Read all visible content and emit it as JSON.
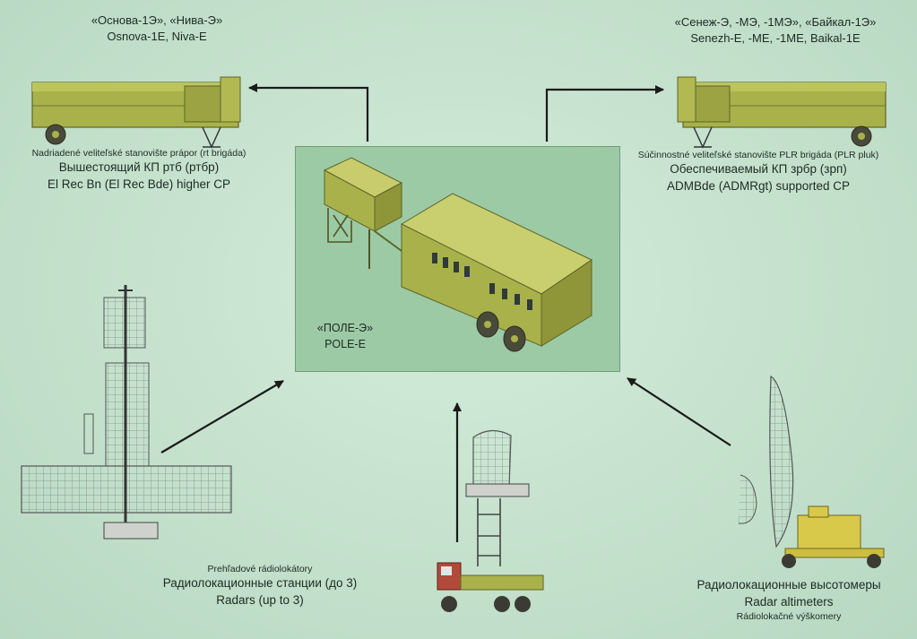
{
  "center": {
    "ru": "«ПОЛЕ-Э»",
    "en": "POLE-E"
  },
  "top_left": {
    "ru": "«Основа-1Э», «Нива-Э»",
    "en": "Osnova-1E, Niva-E",
    "sk": "Nadriadené veliteľské stanovište prápor (rt brigáda)",
    "ru2": "Вышестоящий КП ртб (ртбр)",
    "en2": "El Rec Bn (El Rec Bde) higher CP"
  },
  "top_right": {
    "ru": "«Сенеж-Э, -МЭ, -1МЭ», «Байкал-1Э»",
    "en": "Senezh-E, -ME, -1ME, Baikal-1E",
    "sk": "Súčinnostné veliteľské stanovište PLR brigáda (PLR pluk)",
    "ru2": "Обеспечиваемый КП зрбр (зрп)",
    "en2": "ADMBde (ADMRgt) supported CP"
  },
  "bottom_left": {
    "sk": "Prehľadové rádiolokátory",
    "ru": "Радиолокационные станции (до 3)",
    "en": "Radars (up to 3)"
  },
  "bottom_right": {
    "ru": "Радиолокационные высотомеры",
    "en": "Radar altimeters",
    "sk": "Rádiolokačné výškomery"
  },
  "colors": {
    "background": "#c9e4d2",
    "center_panel": "#9ccaa5",
    "vehicle_olive": "#a9b24a",
    "radar_yellow": "#d9c94a",
    "arrow": "#1a1a1a"
  }
}
